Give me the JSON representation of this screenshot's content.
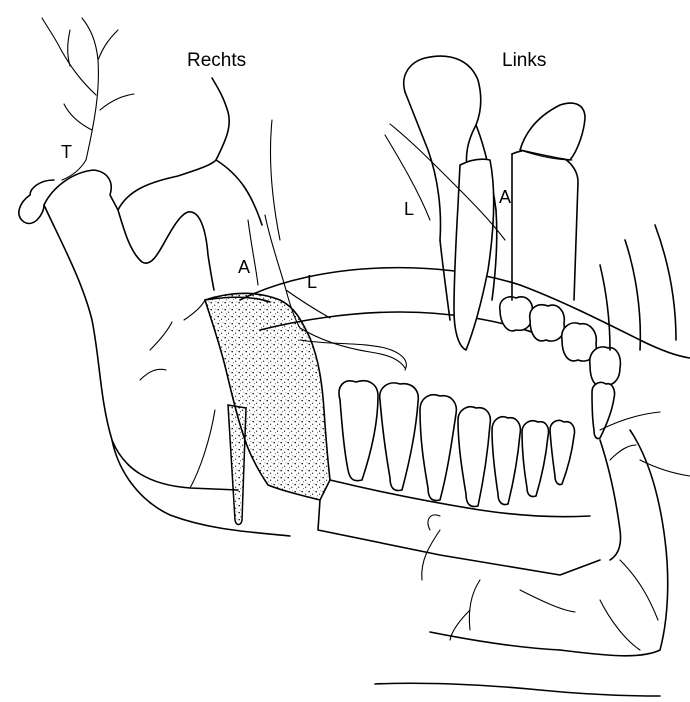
{
  "labels": {
    "right_side": "Rechts",
    "left_side": "Links",
    "right_t": "T",
    "right_a": "A",
    "right_l": "L",
    "left_l": "L",
    "left_a": "A"
  },
  "colors": {
    "ink": "#000000",
    "paper": "#ffffff",
    "stipple": "#000000"
  }
}
